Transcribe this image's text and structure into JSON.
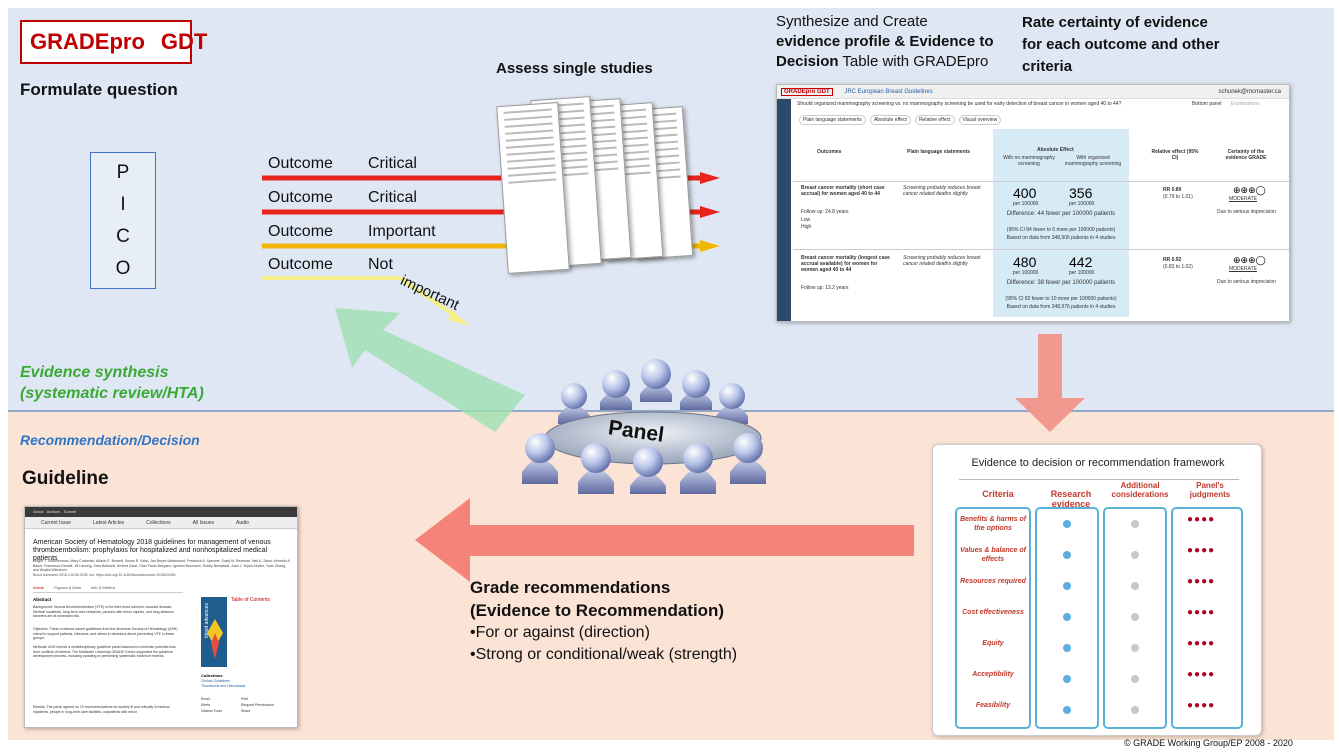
{
  "logo": {
    "part1": "GRADEpro",
    "part2": "GDT"
  },
  "formulate_question": "Formulate question",
  "pico": [
    "P",
    "I",
    "C",
    "O"
  ],
  "outcomes": [
    {
      "label": "Outcome",
      "importance": "Critical",
      "color": "#e8231d"
    },
    {
      "label": "Outcome",
      "importance": "Critical",
      "color": "#e8231d"
    },
    {
      "label": "Outcome",
      "importance": "Important",
      "color": "#f2b600"
    },
    {
      "label": "Outcome",
      "importance": "Not",
      "importance_rest": "important",
      "color": "#f5f08a"
    }
  ],
  "assess_studies": "Assess single studies",
  "synthesize": {
    "line1": "Synthesize and Create",
    "line2": "evidence profile & Evidence to",
    "line3_bold": "Decision",
    "line3_rest": " Table with GRADEpro"
  },
  "rate_certainty": [
    "Rate certainty of evidence",
    "for each outcome and other",
    "criteria"
  ],
  "evidence_synthesis": [
    "Evidence synthesis",
    "(systematic review/HTA)"
  ],
  "panel_label": "Panel",
  "recommendation_decision": "Recommendation/Decision",
  "guideline": "Guideline",
  "grade_recs": {
    "title1": "Grade recommendations",
    "title2": "(Evidence to Recommendation)",
    "bullets": [
      "For or against (direction)",
      "Strong or conditional/weak (strength)"
    ]
  },
  "copyright": "© GRADE Working Group/EP 2008 - 2020",
  "gradepro_shot": {
    "logo": "GRADEpro GDT",
    "project": "JRC European Breast Guidelines",
    "user": "schunek@mcmaster.ca",
    "question": "Should organized mammography screening vs. no mammography screening be used for early detection of breast cancer in women aged 40 to 44?",
    "bottom_panel": "Bottom panel",
    "explanations": "Explanations",
    "toggles": [
      "Plain language statements",
      "Absolute effect",
      "Relative effect",
      "Visual overview"
    ],
    "headers": [
      "Outcomes",
      "Plain language statements",
      "Absolute Effect",
      "Relative effect (95% CI)",
      "Certainty of the evidence GRADE"
    ],
    "sub_with": "With no mammography screening",
    "sub_with2": "With organized mammography screening",
    "rows": [
      {
        "outcome": "Breast cancer mortality (short case accrual) for women aged 40 to 44",
        "followup": "Follow up: 24.8 years",
        "options": [
          "Low",
          "High"
        ],
        "statement": "Screening probably reduces breast cancer related deaths slightly",
        "v1": "400",
        "v2": "356",
        "unit": "per 100000",
        "difference": "Difference: 44 fewer per 100000 patients",
        "ci": "(95% CI 84 fewer to 6 more per 100000 patients)",
        "based": "Based on data from 348,906 patients in 4 studies",
        "rr": "RR 0.89",
        "rr_ci": "(0.79 to 1.01)",
        "certainty": "MODERATE",
        "reason": "Due to serious imprecision"
      },
      {
        "outcome": "Breast cancer mortality (longest case accrual available) for women for women aged 40 to 44",
        "followup": "Follow up: 13.2 years",
        "statement": "Screening probably reduces breast cancer related deaths slightly",
        "v1": "480",
        "v2": "442",
        "unit": "per 100000",
        "difference": "Difference: 38 fewer per 100000 patients",
        "ci": "(95% CI 82 fewer to 10 more per 100000 patients)",
        "based": "Based on data from 348,976 patients in 4 studies",
        "rr": "RR 0.92",
        "rr_ci": "(0.83 to 1.02)",
        "certainty": "MODERATE",
        "reason": "Due to serious imprecision"
      }
    ]
  },
  "framework": {
    "title": "Evidence to decision or recommendation framework",
    "columns": [
      "Criteria",
      "Research evidence",
      "Additional considerations",
      "Panel's judgments"
    ],
    "criteria": [
      "Benefits & harms of the options",
      "Values & balance of effects",
      "Resources required",
      "Cost effectiveness",
      "Equity",
      "Acceptibility",
      "Feasibility"
    ]
  },
  "journal": {
    "nav": [
      "About",
      "Authors",
      "Submit"
    ],
    "tabs": [
      "Current Issue",
      "Latest Articles",
      "Collections",
      "All Issues",
      "Audio"
    ],
    "title": "American Society of Hematology 2018 guidelines for management of venous thromboembolism: prophylaxis for hospitalized and nonhospitalized medical patients",
    "authors": "Holger J. Schünemann, Mary Cushman, Allison E. Burnett, Susan R. Kahn, Jan Beyer-Westendorf, Frederick A. Spencer, Suely M. Rezende, Neil A. Zakai, Kenneth A. Bauer, Francesco Dentali, Jill Lansing, Sara Balduzzi, Andrea Darzi, Gian Paolo Morgano, Ignacio Neumann, Robby Nieuwlaat, Juan J. Yepes-Nuñez, Yuan Zhang, and Wojtek Wiercioch",
    "citation": "Blood Advances 2018 2:3198-3225; doi: https://doi.org/10.1182/bloodadvances.2018022954",
    "article_tabs": [
      "Article",
      "Figures & Data",
      "Info & Metrics"
    ],
    "toc": "Table of Contents",
    "abstract": "Abstract",
    "background": "Background: Venous thromboembolism (VTE) is the third most common vascular disease. Medical inpatients, long-term care residents, persons with minor injuries, and long-distance travelers are at increased risk.",
    "objective": "Objective: These evidence-based guidelines from the American Society of Hematology (ASH) intend to support patients, clinicians, and others in decisions about preventing VTE in these groups.",
    "methods": "Methods: ASH formed a multidisciplinary guideline panel balanced to minimize potential bias from conflicts of interest. The McMaster University GRADE Centre supported the guideline development process, including updating or performing systematic evidence reviews.",
    "results": "Results: The panel agreed on 19 recommendations for acutely ill and critically ill medical inpatients, people in long-term care facilities, outpatients with minor",
    "collections": "Collections",
    "coll_items": [
      "Clinical Guidelines",
      "Thrombosis and Hemostasis"
    ],
    "actions": [
      "Email",
      "Alerts",
      "Citation Tools",
      "Request Permissions",
      "Share",
      "Print"
    ],
    "sidebar_text": "blood advances"
  }
}
